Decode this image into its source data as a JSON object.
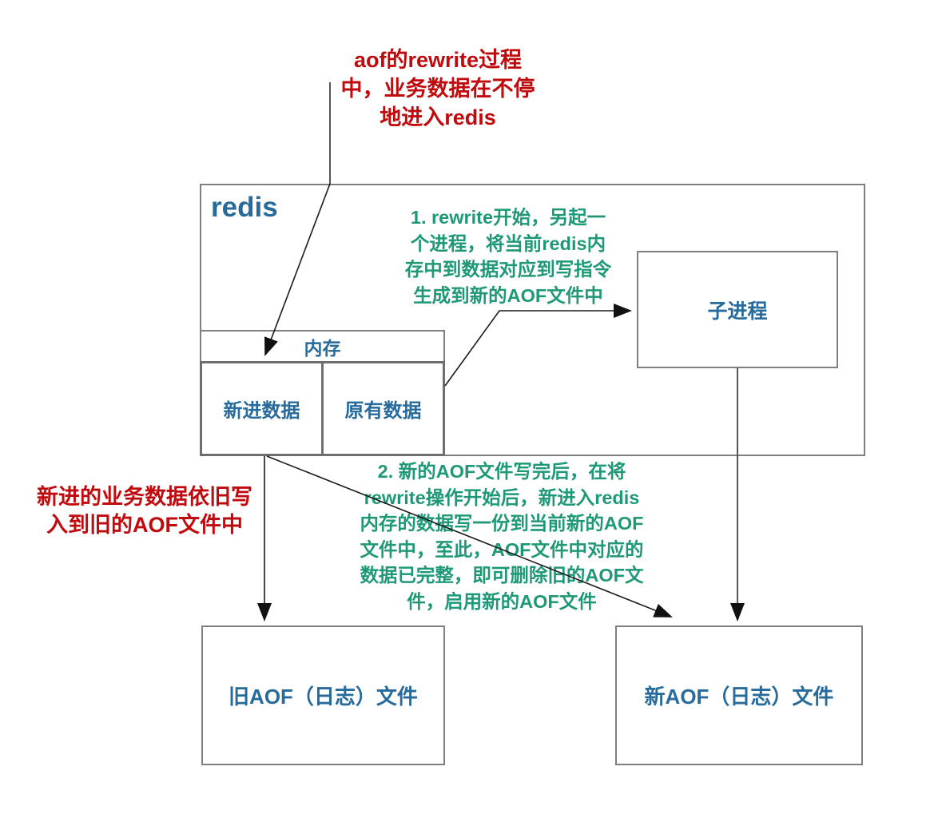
{
  "diagram_title": "redis AOF rewrite process diagram",
  "colors": {
    "red": "#c00b0e",
    "green": "#1f9878",
    "blue": "#276b9d",
    "border": "#7f7f7f",
    "line": "#1a1a1a"
  },
  "annotations": {
    "top_note": "aof的rewrite过程\n中，业务数据在不停\n地进入redis",
    "left_note": "新进的业务数据依旧写\n入到旧的AOF文件中",
    "step1_note": "1. rewrite开始，另起一\n个进程，将当前redis内\n存中到数据对应到写指令\n生成到新的AOF文件中",
    "step2_note": "2. 新的AOF文件写完后，在将\nrewrite操作开始后，新进入redis\n内存的数据写一份到当前新的AOF\n文件中，至此，AOF文件中对应的\n数据已完整，即可删除旧的AOF文\n件，启用新的AOF文件"
  },
  "nodes": {
    "redis": {
      "label": "redis"
    },
    "child_process": {
      "label": "子进程"
    },
    "memory": {
      "label": "内存"
    },
    "new_data": {
      "label": "新进数据"
    },
    "old_data": {
      "label": "原有数据"
    },
    "old_aof": {
      "label": "旧AOF（日志）文件"
    },
    "new_aof": {
      "label": "新AOF（日志）文件"
    }
  },
  "edges": [
    {
      "name": "incoming-data-to-memory",
      "from": "top_note",
      "to": "new_data"
    },
    {
      "name": "memory-to-child-process",
      "from": "memory",
      "to": "child_process"
    },
    {
      "name": "new-data-to-old-aof",
      "from": "new_data",
      "to": "old_aof"
    },
    {
      "name": "new-data-to-new-aof",
      "from": "new_data",
      "to": "new_aof"
    },
    {
      "name": "child-process-to-new-aof",
      "from": "child_process",
      "to": "new_aof"
    }
  ]
}
